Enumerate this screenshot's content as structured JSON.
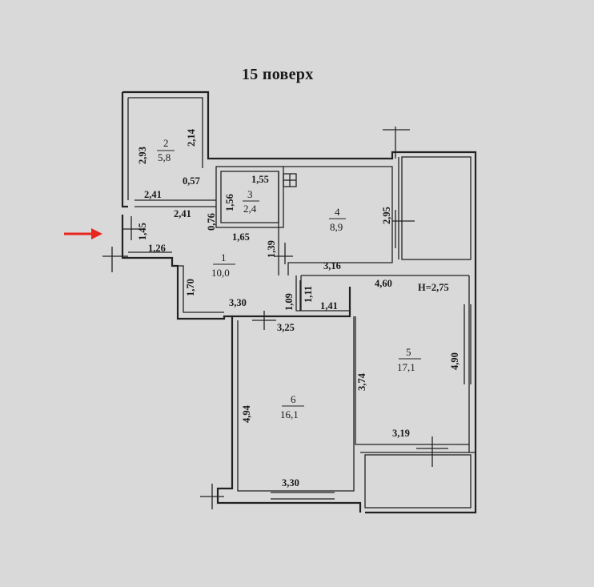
{
  "title": "15 поверх",
  "height_label": "H=2,75",
  "colors": {
    "paper": "#d9d9d9",
    "ink": "#222222",
    "entry_arrow": "#e8251f"
  },
  "rooms": [
    {
      "number": "1",
      "area": "10,0"
    },
    {
      "number": "2",
      "area": "5,8"
    },
    {
      "number": "3",
      "area": "2,4"
    },
    {
      "number": "4",
      "area": "8,9"
    },
    {
      "number": "5",
      "area": "17,1"
    },
    {
      "number": "6",
      "area": "16,1"
    }
  ],
  "dimensions": {
    "d_2_93": "2,93",
    "d_2_14": "2,14",
    "d_0_57": "0,57",
    "d_2_41_top": "2,41",
    "d_2_41_bottom": "2,41",
    "d_1_55": "1,55",
    "d_1_56": "1,56",
    "d_0_76": "0,76",
    "d_1_45": "1,45",
    "d_1_26": "1,26",
    "d_1_65": "1,65",
    "d_1_39": "1,39",
    "d_2_95": "2,95",
    "d_3_16": "3,16",
    "d_1_70": "1,70",
    "d_3_30_top": "3,30",
    "d_1_09": "1,09",
    "d_1_11": "1,11",
    "d_1_41": "1,41",
    "d_4_60": "4,60",
    "d_3_25": "3,25",
    "d_3_74": "3,74",
    "d_4_90": "4,90",
    "d_4_94": "4,94",
    "d_3_19": "3,19",
    "d_3_30_bottom": "3,30"
  }
}
